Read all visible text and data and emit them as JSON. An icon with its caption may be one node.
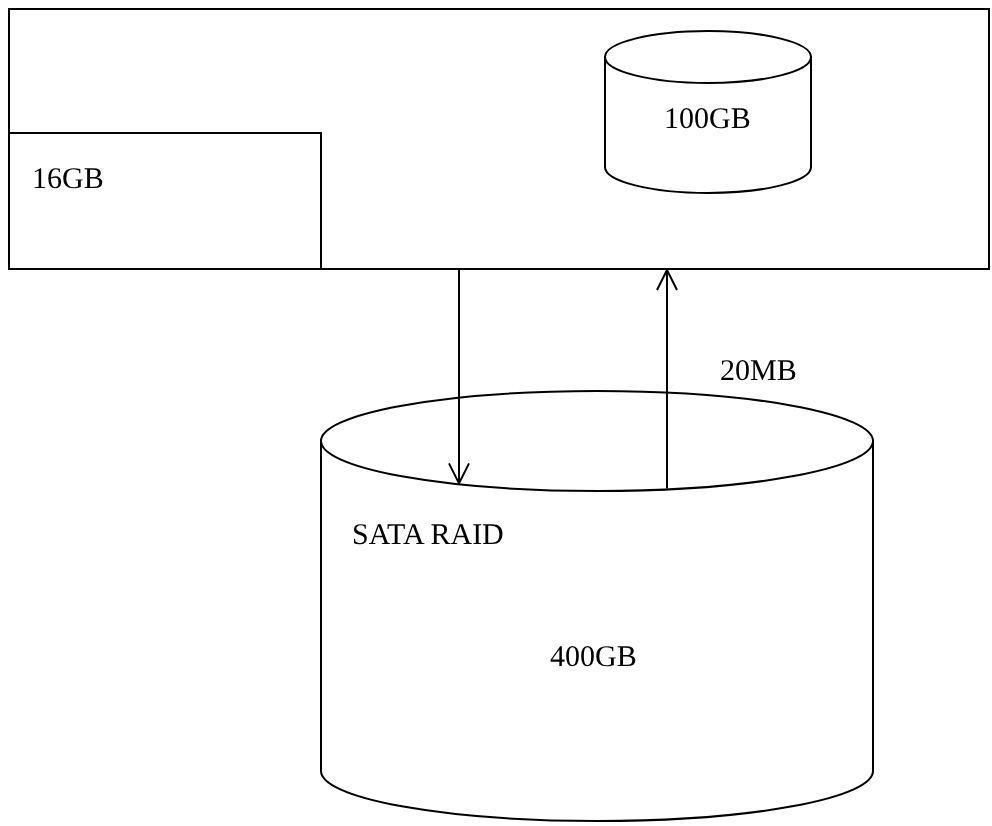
{
  "diagram": {
    "nodes": [
      {
        "text": [],
        "shape": "box"
      },
      {
        "text": [
          "16GB"
        ],
        "in": 0
      },
      {
        "text": [
          "100GB"
        ],
        "in": 0
      },
      {
        "text": [
          "SATA RAID",
          "400GB"
        ]
      }
    ],
    "edges": [
      {
        "from": 0,
        "to": 3,
        "arrow": "to"
      },
      {
        "from": 3,
        "to": 0,
        "arrow": "to",
        "label": "20MB"
      }
    ]
  }
}
